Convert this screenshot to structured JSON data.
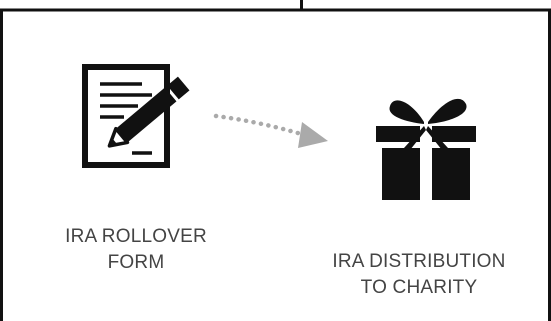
{
  "steps": [
    {
      "icon": "form-pen-icon",
      "label_line1": "IRA ROLLOVER",
      "label_line2": "FORM"
    },
    {
      "icon": "gift-icon",
      "label_line1": "IRA DISTRIBUTION",
      "label_line2": "TO CHARITY"
    }
  ],
  "connector": {
    "icon": "dotted-arrow-icon",
    "color": "#aaaaaa"
  },
  "colors": {
    "icon": "#111111",
    "text": "#444444",
    "border": "#111111"
  }
}
